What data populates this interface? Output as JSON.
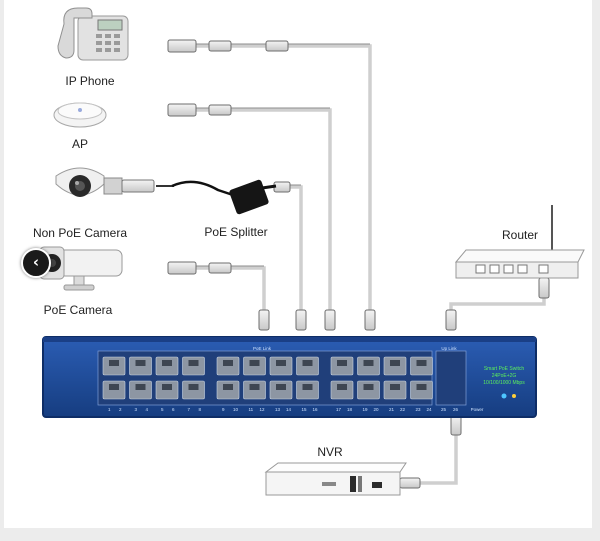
{
  "labels": {
    "ip_phone": "IP Phone",
    "ap": "AP",
    "non_poe_camera": "Non PoE Camera",
    "poe_splitter": "PoE Splitter",
    "poe_camera": "PoE Camera",
    "router": "Router",
    "nvr": "NVR"
  },
  "switch": {
    "poe_link_label": "PoE Link",
    "up_link_label": "Up Link",
    "brand_line1": "Smart PoE Switch",
    "brand_line2": "24PoE+2G",
    "brand_line3": "10/100/1000 Mbps",
    "power_label": "Power",
    "port_numbers": [
      "1",
      "2",
      "3",
      "4",
      "5",
      "6",
      "7",
      "8",
      "9",
      "10",
      "11",
      "12",
      "13",
      "14",
      "15",
      "16",
      "17",
      "18",
      "19",
      "20",
      "21",
      "22",
      "23",
      "24"
    ],
    "uplink_numbers": [
      "25",
      "26"
    ]
  },
  "nav": {
    "prev_icon": "chevron-left-icon",
    "prev_glyph": "‹"
  },
  "colors": {
    "switch_body": "#1f4e9c",
    "cable": "#cfcfcf",
    "background": "#ececec"
  }
}
